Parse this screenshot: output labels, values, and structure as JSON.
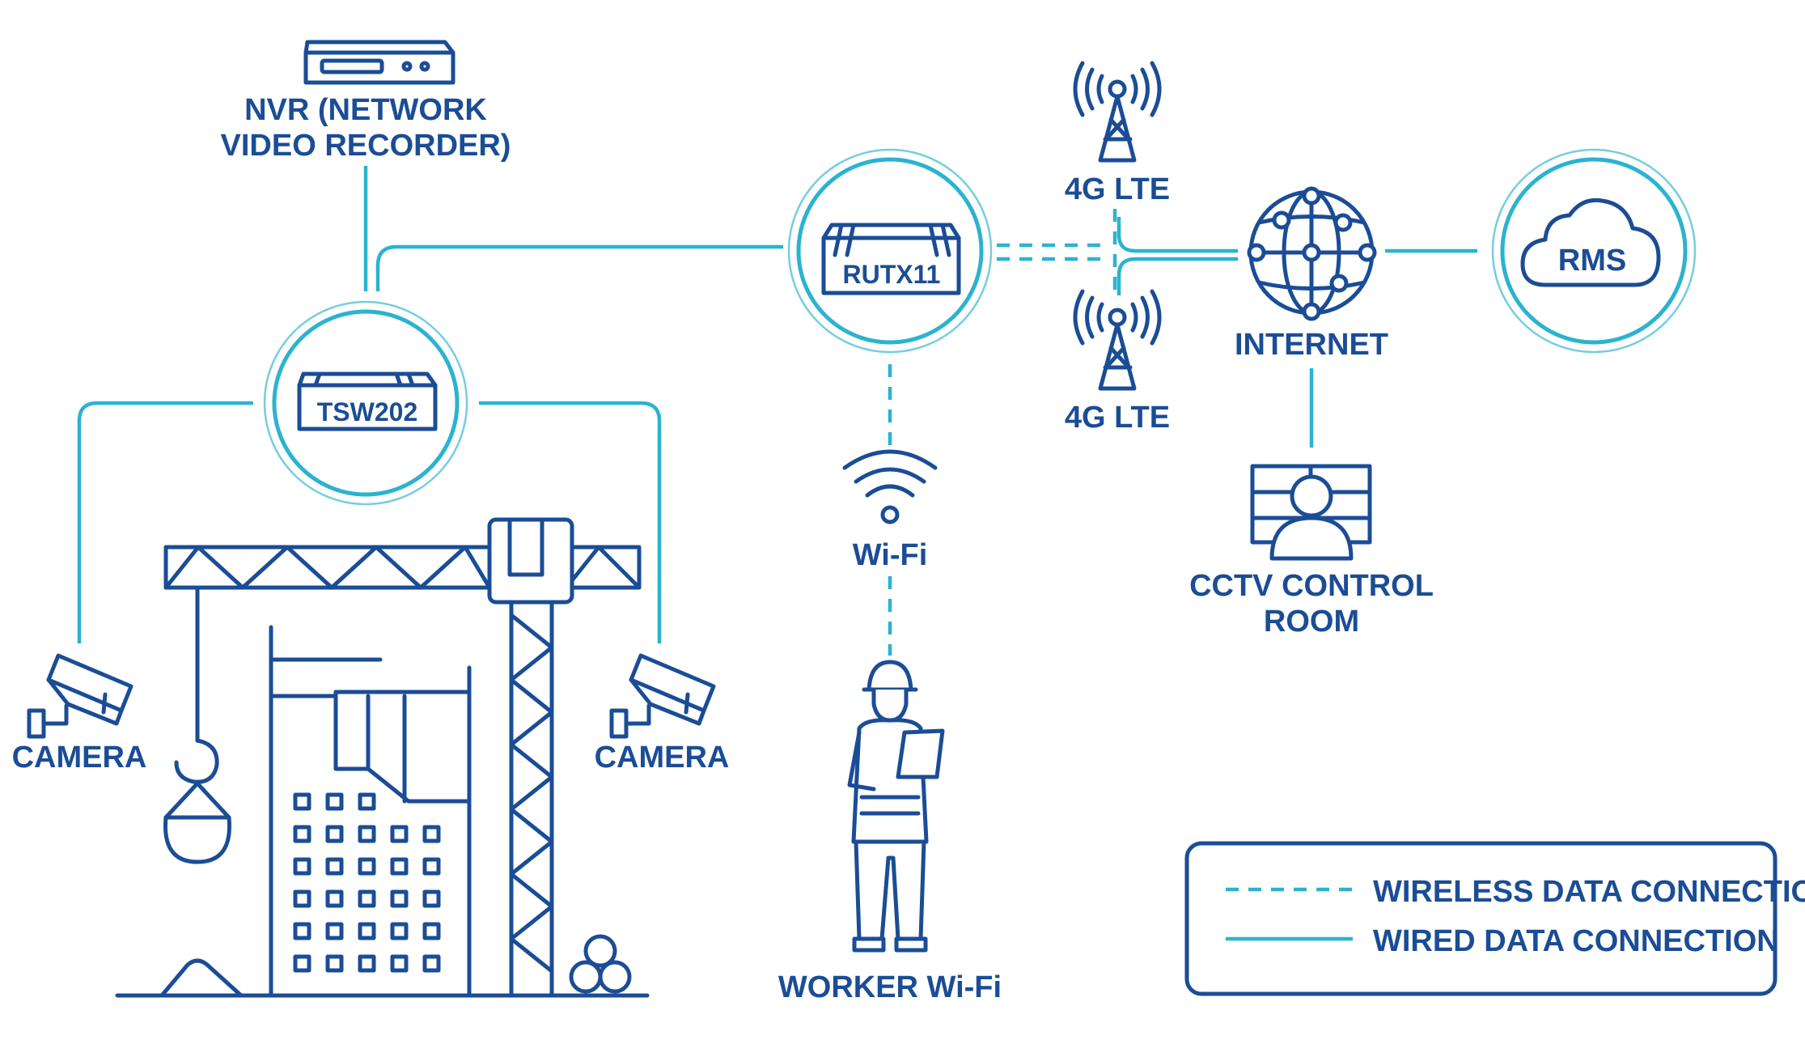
{
  "colors": {
    "ink": "#1b4d96",
    "accent": "#2bb3cf",
    "background": "#ffffff"
  },
  "nodes": {
    "nvr": {
      "line1": "NVR (NETWORK",
      "line2": "VIDEO RECORDER)",
      "icon": "nvr-device-icon"
    },
    "tsw202": {
      "label": "TSW202",
      "icon": "switch-device-icon"
    },
    "rutx11": {
      "label": "RUTX11",
      "icon": "router-device-icon"
    },
    "tower_top": {
      "label": "4G LTE",
      "icon": "cell-tower-icon"
    },
    "tower_bottom": {
      "label": "4G LTE",
      "icon": "cell-tower-icon"
    },
    "internet": {
      "label": "INTERNET",
      "icon": "globe-network-icon"
    },
    "rms": {
      "label": "RMS",
      "icon": "cloud-icon"
    },
    "cctv": {
      "line1": "CCTV CONTROL",
      "line2": "ROOM",
      "icon": "control-room-icon"
    },
    "wifi": {
      "label": "Wi-Fi",
      "icon": "wifi-icon"
    },
    "worker": {
      "label": "WORKER Wi-Fi",
      "icon": "worker-icon"
    },
    "camera_left": {
      "label": "CAMERA",
      "icon": "cctv-camera-icon"
    },
    "camera_right": {
      "label": "CAMERA",
      "icon": "cctv-camera-icon"
    },
    "site": {
      "icon": "construction-crane-icon"
    }
  },
  "legend": {
    "wireless": "WIRELESS DATA CONNECTION",
    "wired": "WIRED DATA CONNECTION"
  }
}
